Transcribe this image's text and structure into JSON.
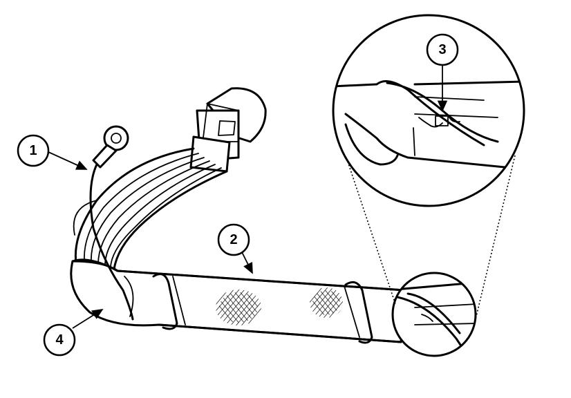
{
  "callouts": [
    {
      "label": "1"
    },
    {
      "label": "2"
    },
    {
      "label": "3"
    },
    {
      "label": "4"
    }
  ],
  "colors": {
    "ink": "#000000",
    "background": "#ffffff"
  }
}
